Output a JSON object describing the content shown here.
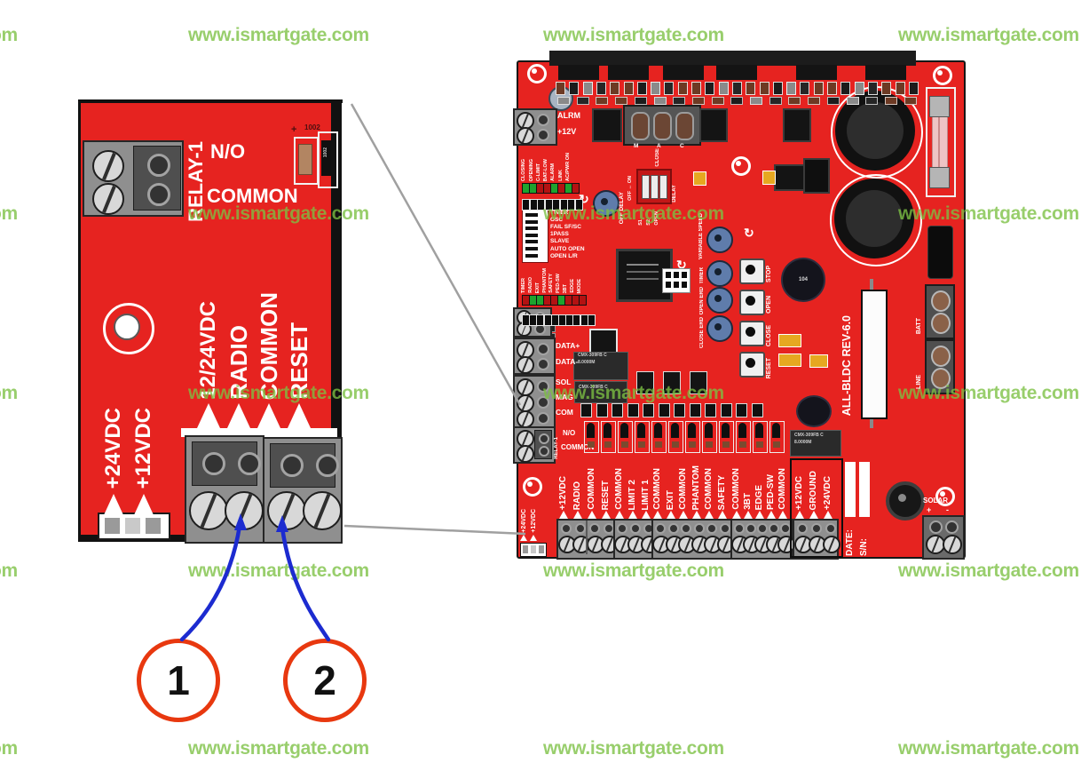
{
  "watermark": {
    "text": "www.ismartgate.com",
    "color": "#7cc143"
  },
  "callouts": {
    "step_1": "1",
    "step_2": "2"
  },
  "inset": {
    "relay": "RELAY-1",
    "no": "N/O",
    "common": "COMMON",
    "plus_mark": "+",
    "smd_code": "1002",
    "resistor_code": "1002",
    "power_labels": [
      "+24VDC",
      "+12VDC"
    ],
    "terminal_labels": [
      "12/24VDC",
      "RADIO",
      "COMMON",
      "RESET"
    ]
  },
  "board": {
    "alarm_labels": [
      "ALRM",
      "+12V"
    ],
    "status_led_labels": [
      "CLOSING",
      "OPENING",
      "C-LIMIT",
      "BAT-LOW",
      "ALARM",
      "LINK",
      "AC/PWR ON"
    ],
    "dip_switch_labels": [
      "TIMER",
      "OSC",
      "FAIL SF/SC",
      "1PASS",
      "SLAVE",
      "AUTO OPEN",
      "OPEN L/R"
    ],
    "function_led_labels": [
      "TIMER",
      "RADIO",
      "EXIT",
      "PHANTOM",
      "SAFETY",
      "PED-SW",
      "3BT",
      "EDGE",
      "MODE"
    ],
    "motor_phase_labels": [
      "M",
      "A",
      "C"
    ],
    "mode_dip": {
      "off_on": "OFF ↔ ON",
      "switches": [
        "S1",
        "S2",
        "OPEN"
      ],
      "close": "CLOSE",
      "delay": "DELAY"
    },
    "trimmer_labels": {
      "off_delay": "OFF DELAY",
      "variable_speed": "VARIABLE SPEED",
      "timer": "TIMER",
      "open_erd": "OPEN ERD",
      "close_erd": "CLOSE ERD"
    },
    "button_labels": [
      "STOP",
      "OPEN",
      "CLOSE",
      "RESET"
    ],
    "data_block_labels": [
      "DATA+",
      "DATA-"
    ],
    "sensor_block_labels": [
      "SOL",
      "MAG",
      "COM"
    ],
    "relay_block": {
      "relay": "RELAY-1",
      "no": "N/O",
      "common": "COMMON"
    },
    "corner_power_labels": [
      "+24VDC",
      "+12VDC"
    ],
    "battery_block_labels": [
      "BATT",
      "LINE"
    ],
    "polarity": {
      "plus": "+",
      "minus": "-"
    },
    "terminal_groups": [
      {
        "labels": [
          "+12VDC",
          "RADIO",
          "COMMON",
          "RESET"
        ],
        "screws": 4,
        "highlighted": false
      },
      {
        "labels": [
          "COMMON",
          "LIMIT 2",
          "LIMIT 1"
        ],
        "screws": 3,
        "highlighted": false
      },
      {
        "labels": [
          "COMMON",
          "EXIT",
          "COMMON",
          "PHANTOM",
          "COMMON",
          "SAFETY"
        ],
        "screws": 6,
        "highlighted": false
      },
      {
        "labels": [
          "COMMON",
          "3BT",
          "EDGE",
          "PED-SW",
          "COMMON"
        ],
        "screws": 5,
        "highlighted": false
      },
      {
        "labels": [
          "+12VDC",
          "GROUND",
          "+24VDC"
        ],
        "screws": 3,
        "highlighted": true
      }
    ],
    "date_label": "DATE:",
    "sn_label": "S/N:",
    "solar": {
      "label": "SOLAR"
    },
    "rev_label": "ALL-BLDC  REV-6.0",
    "crystal_lines": [
      "CMX-309FB C",
      "8.0000M"
    ],
    "disc_cap_code": "104"
  },
  "colors": {
    "board_red": "#e62320",
    "arrow_blue": "#1c2bd0",
    "callout_red": "#e8380f"
  }
}
